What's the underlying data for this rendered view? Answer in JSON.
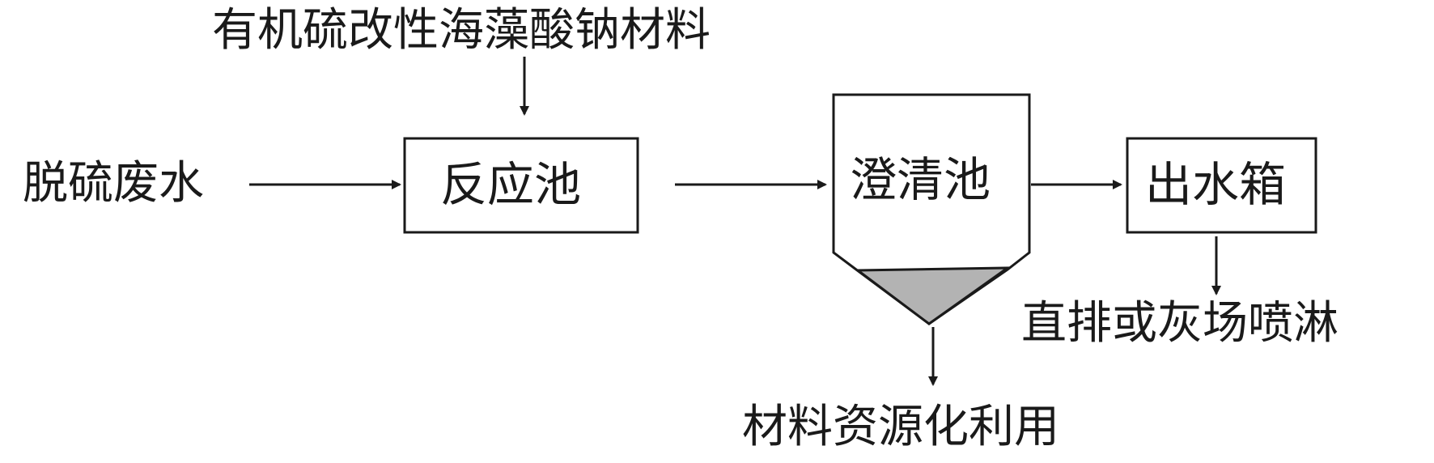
{
  "inputs": {
    "reagent": "有机硫改性海藻酸钠材料",
    "wastewater": "脱硫废水"
  },
  "units": {
    "reaction_tank": "反应池",
    "clarifier": "澄清池",
    "effluent_tank": "出水箱"
  },
  "outputs": {
    "discharge": "直排或灰场喷淋",
    "recovery": "材料资源化利用"
  },
  "colors": {
    "stroke": "#1a1a1a",
    "sludge": "#b3b3b3"
  }
}
